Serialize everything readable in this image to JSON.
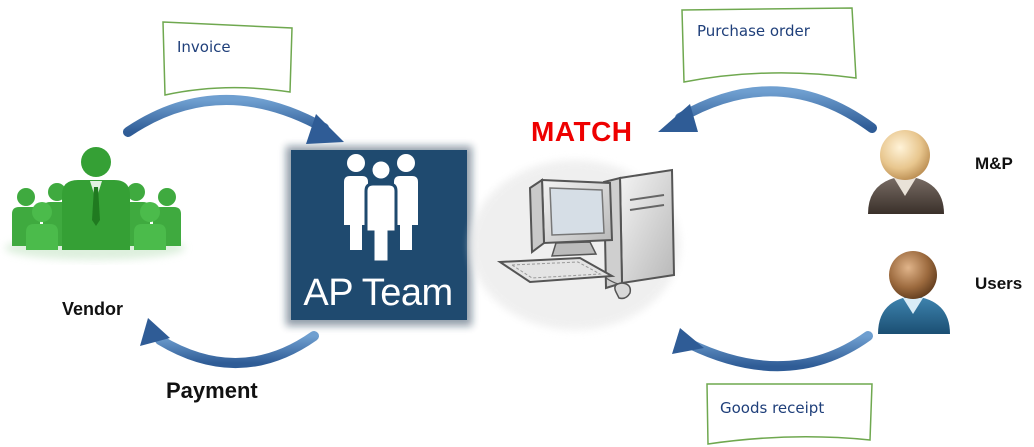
{
  "diagram": {
    "actors": {
      "vendor": "Vendor",
      "ap_team": "AP Team",
      "mp": "M&P",
      "users": "Users"
    },
    "documents": {
      "invoice": "Invoice",
      "purchase_order": "Purchase order",
      "goods_receipt": "Goods receipt"
    },
    "flows": {
      "payment": "Payment",
      "match": "MATCH"
    },
    "colors": {
      "arrow": "#3f6fa8",
      "vendor_green": "#3faa3f",
      "ap_team_bg": "#1f4a6f",
      "match_red": "#ee0000",
      "note_border": "#6fa84f",
      "note_text": "#1f3f7a"
    },
    "icons": [
      "people-group-icon",
      "team-icon",
      "computer-icon",
      "person-icon"
    ]
  }
}
